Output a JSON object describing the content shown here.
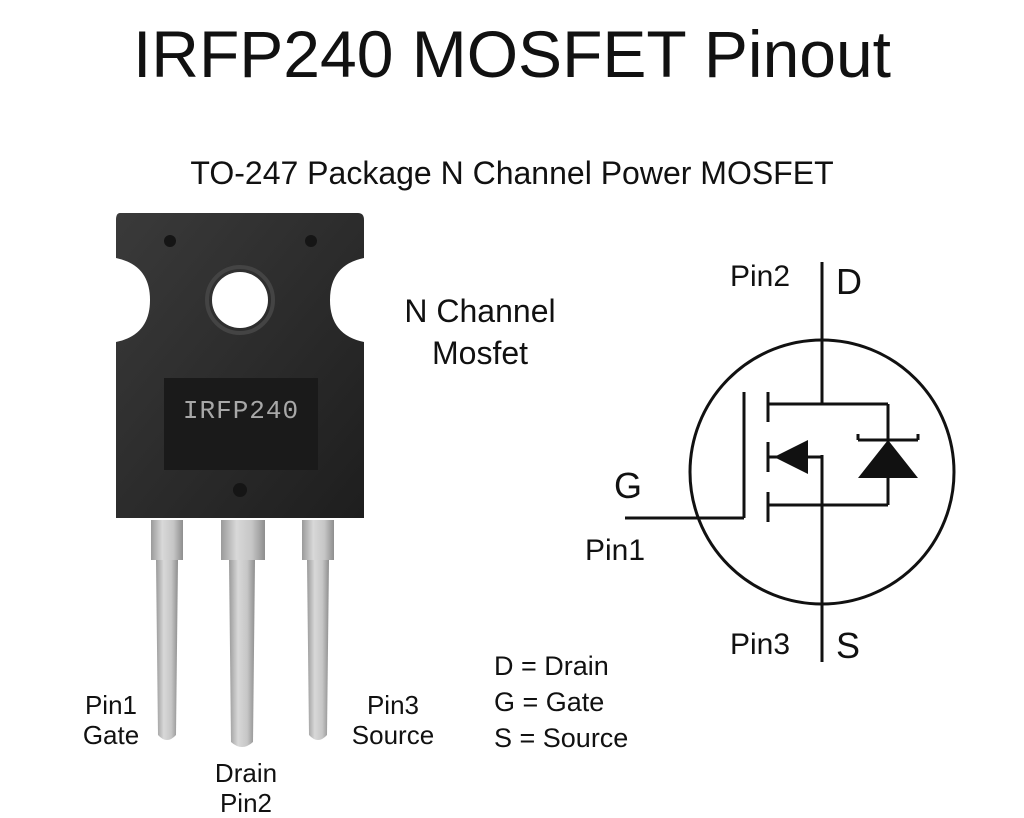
{
  "title": "IRFP240 MOSFET Pinout",
  "subtitle": "TO-247 Package N Channel Power MOSFET",
  "package": {
    "marking": "IRFP240",
    "body_color": "#2a2a2a",
    "lead_color": "#c4c4c4"
  },
  "channel_label": [
    "N Channel",
    "Mosfet"
  ],
  "pin_labels": {
    "pin1": [
      "Pin1",
      "Gate"
    ],
    "pin2": [
      "Drain",
      "Pin2"
    ],
    "pin3": [
      "Pin3",
      "Source"
    ]
  },
  "legend": [
    "D = Drain",
    "G = Gate",
    "S = Source"
  ],
  "symbol": {
    "drain_pin": "Pin2",
    "drain_letter": "D",
    "gate_letter": "G",
    "gate_pin": "Pin1",
    "source_pin": "Pin3",
    "source_letter": "S"
  }
}
